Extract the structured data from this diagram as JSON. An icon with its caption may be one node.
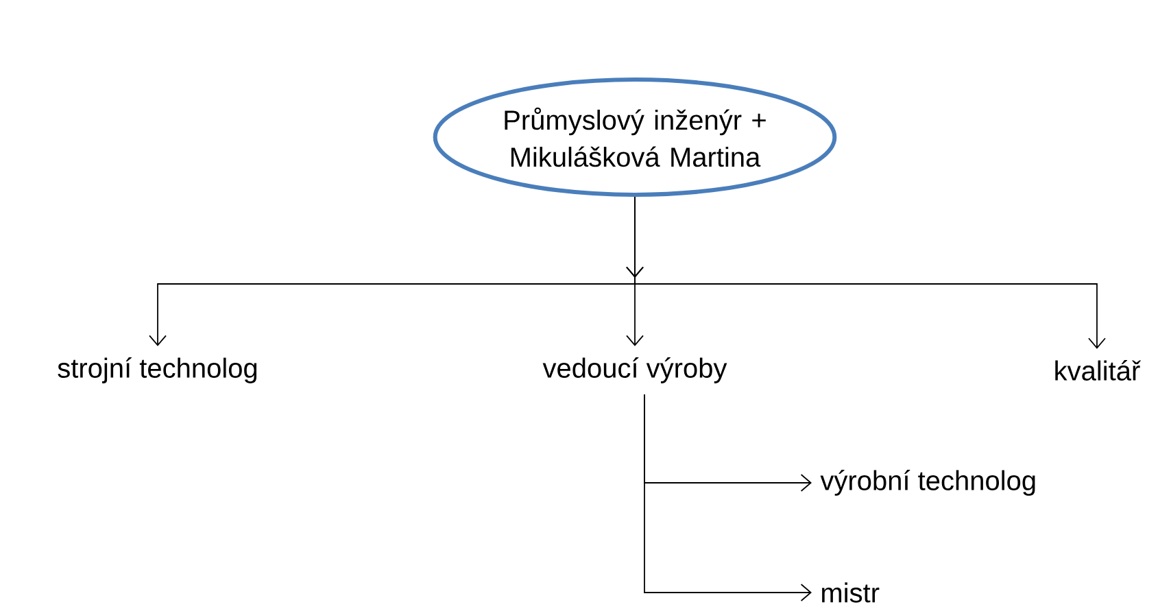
{
  "diagram": {
    "nodes": [
      {
        "text": [
          "Průmyslový inženýr + Mikulášková Martina"
        ]
      },
      {
        "text": [
          "strojní technolog"
        ]
      },
      {
        "text": [
          "vedoucí výroby"
        ]
      },
      {
        "text": [
          "kvalitář"
        ]
      },
      {
        "text": [
          "výrobní technolog"
        ]
      },
      {
        "text": [
          "mistr"
        ]
      }
    ],
    "edges": [
      {
        "from": 0,
        "to": 1,
        "arrow": "to"
      },
      {
        "from": 0,
        "to": 2,
        "arrow": "to"
      },
      {
        "from": 0,
        "to": 3,
        "arrow": "to"
      },
      {
        "from": 2,
        "to": 4,
        "arrow": "to"
      },
      {
        "from": 2,
        "to": 5,
        "arrow": "to"
      }
    ]
  }
}
